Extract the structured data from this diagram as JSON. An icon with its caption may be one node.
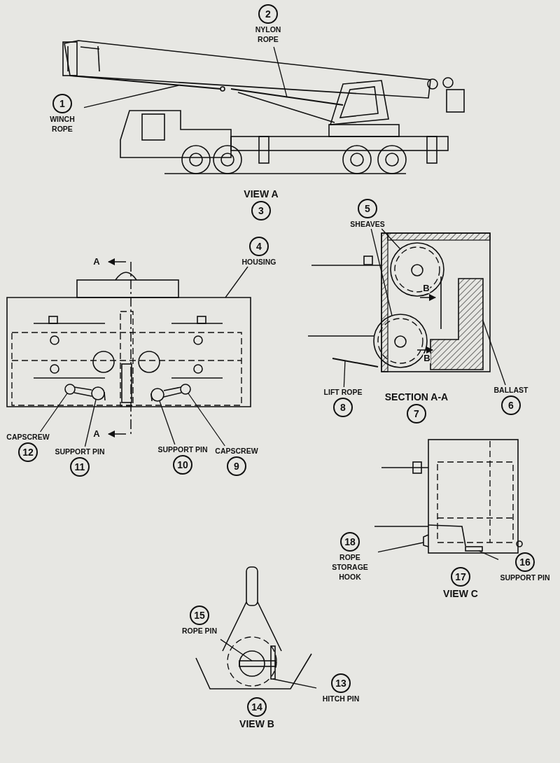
{
  "diagram": {
    "nodes": [
      {
        "text": [
          "2",
          "NYLON ROPE"
        ]
      },
      {
        "text": [
          "1",
          "WINCH ROPE"
        ]
      },
      {
        "text": [
          "5",
          "SHEAVES"
        ]
      },
      {
        "text": [
          "4",
          "HOUSING"
        ]
      },
      {
        "text": [
          "LIFT ROPE",
          "8"
        ]
      },
      {
        "text": [
          "BALLAST",
          "6"
        ]
      },
      {
        "text": [
          "CAPSCREW",
          "12"
        ]
      },
      {
        "text": [
          "SUPPORT PIN",
          "11"
        ]
      },
      {
        "text": [
          "SUPPORT PIN",
          "10"
        ]
      },
      {
        "text": [
          "CAPSCREW",
          "9"
        ]
      },
      {
        "text": [
          "18",
          "ROPE STORAGE HOOK"
        ]
      },
      {
        "text": [
          "16",
          "SUPPORT PIN"
        ]
      },
      {
        "text": [
          "15",
          "ROPE PIN"
        ]
      },
      {
        "text": [
          "13",
          "HITCH PIN"
        ]
      },
      {
        "text": [
          "VIEW A",
          "3"
        ]
      },
      {
        "text": [
          "SECTION A-A",
          "7"
        ]
      },
      {
        "text": [
          "17",
          "VIEW C"
        ]
      },
      {
        "text": [
          "14",
          "VIEW B"
        ]
      },
      {
        "text": [],
        "shape": "line"
      },
      {
        "text": [],
        "shape": "line"
      },
      {
        "text": [],
        "shape": "circle"
      },
      {
        "text": [],
        "shape": "circle"
      },
      {
        "text": [],
        "shape": "box"
      },
      {
        "text": [],
        "shape": "line"
      },
      {
        "text": [],
        "shape": "box"
      },
      {
        "text": [],
        "shape": "circle",
        "in": 22
      },
      {
        "text": [],
        "shape": "circle",
        "in": 22
      },
      {
        "text": [],
        "shape": "circle",
        "in": 22
      },
      {
        "text": [],
        "shape": "circle",
        "in": 22
      },
      {
        "text": [],
        "shape": "hook"
      },
      {
        "text": [],
        "shape": "bar"
      },
      {
        "text": [],
        "shape": "bar"
      },
      {
        "text": [],
        "shape": "bar"
      }
    ],
    "edges": [
      {
        "from": 0,
        "to": 19,
        "arrow": "none"
      },
      {
        "from": 1,
        "to": 18,
        "arrow": "none"
      },
      {
        "from": 2,
        "to": 20,
        "arrow": "none"
      },
      {
        "from": 2,
        "to": 21,
        "arrow": "none"
      },
      {
        "from": 3,
        "to": 22,
        "arrow": "none"
      },
      {
        "from": 4,
        "to": 23,
        "arrow": "none"
      },
      {
        "from": 5,
        "to": 24,
        "arrow": "none"
      },
      {
        "from": 6,
        "to": 25,
        "arrow": "none"
      },
      {
        "from": 7,
        "to": 26,
        "arrow": "none"
      },
      {
        "from": 8,
        "to": 27,
        "arrow": "none"
      },
      {
        "from": 9,
        "to": 28,
        "arrow": "none"
      },
      {
        "from": 10,
        "to": 29,
        "arrow": "none"
      },
      {
        "from": 11,
        "to": 30,
        "arrow": "none"
      },
      {
        "from": 12,
        "to": 31,
        "arrow": "none"
      },
      {
        "from": 13,
        "to": 32,
        "arrow": "none"
      }
    ],
    "labels": [
      "A",
      "B",
      "B",
      "A"
    ]
  }
}
